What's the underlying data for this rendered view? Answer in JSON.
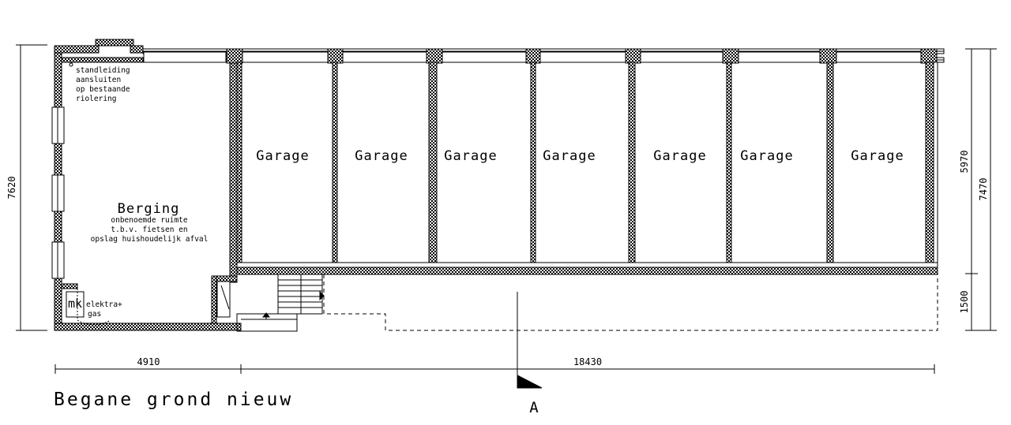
{
  "title": "Begane grond nieuw",
  "section_marker": "A",
  "berging": {
    "name": "Berging",
    "lines": [
      "onbenoemde ruimte",
      "t.b.v. fietsen en",
      "opslag huishoudelijk afval"
    ]
  },
  "note_riolering": [
    "standleiding",
    "aansluiten",
    "op bestaande",
    "riolering"
  ],
  "meter": {
    "code": "mk",
    "lines": [
      "elektra+",
      "gas"
    ]
  },
  "garages": [
    "Garage",
    "Garage",
    "Garage",
    "Garage",
    "Garage",
    "Garage",
    "Garage"
  ],
  "dimensions": {
    "left_height": "7620",
    "right_total": "7470",
    "right_upper": "5970",
    "right_lower": "1500",
    "bottom_left": "4910",
    "bottom_right": "18430"
  }
}
